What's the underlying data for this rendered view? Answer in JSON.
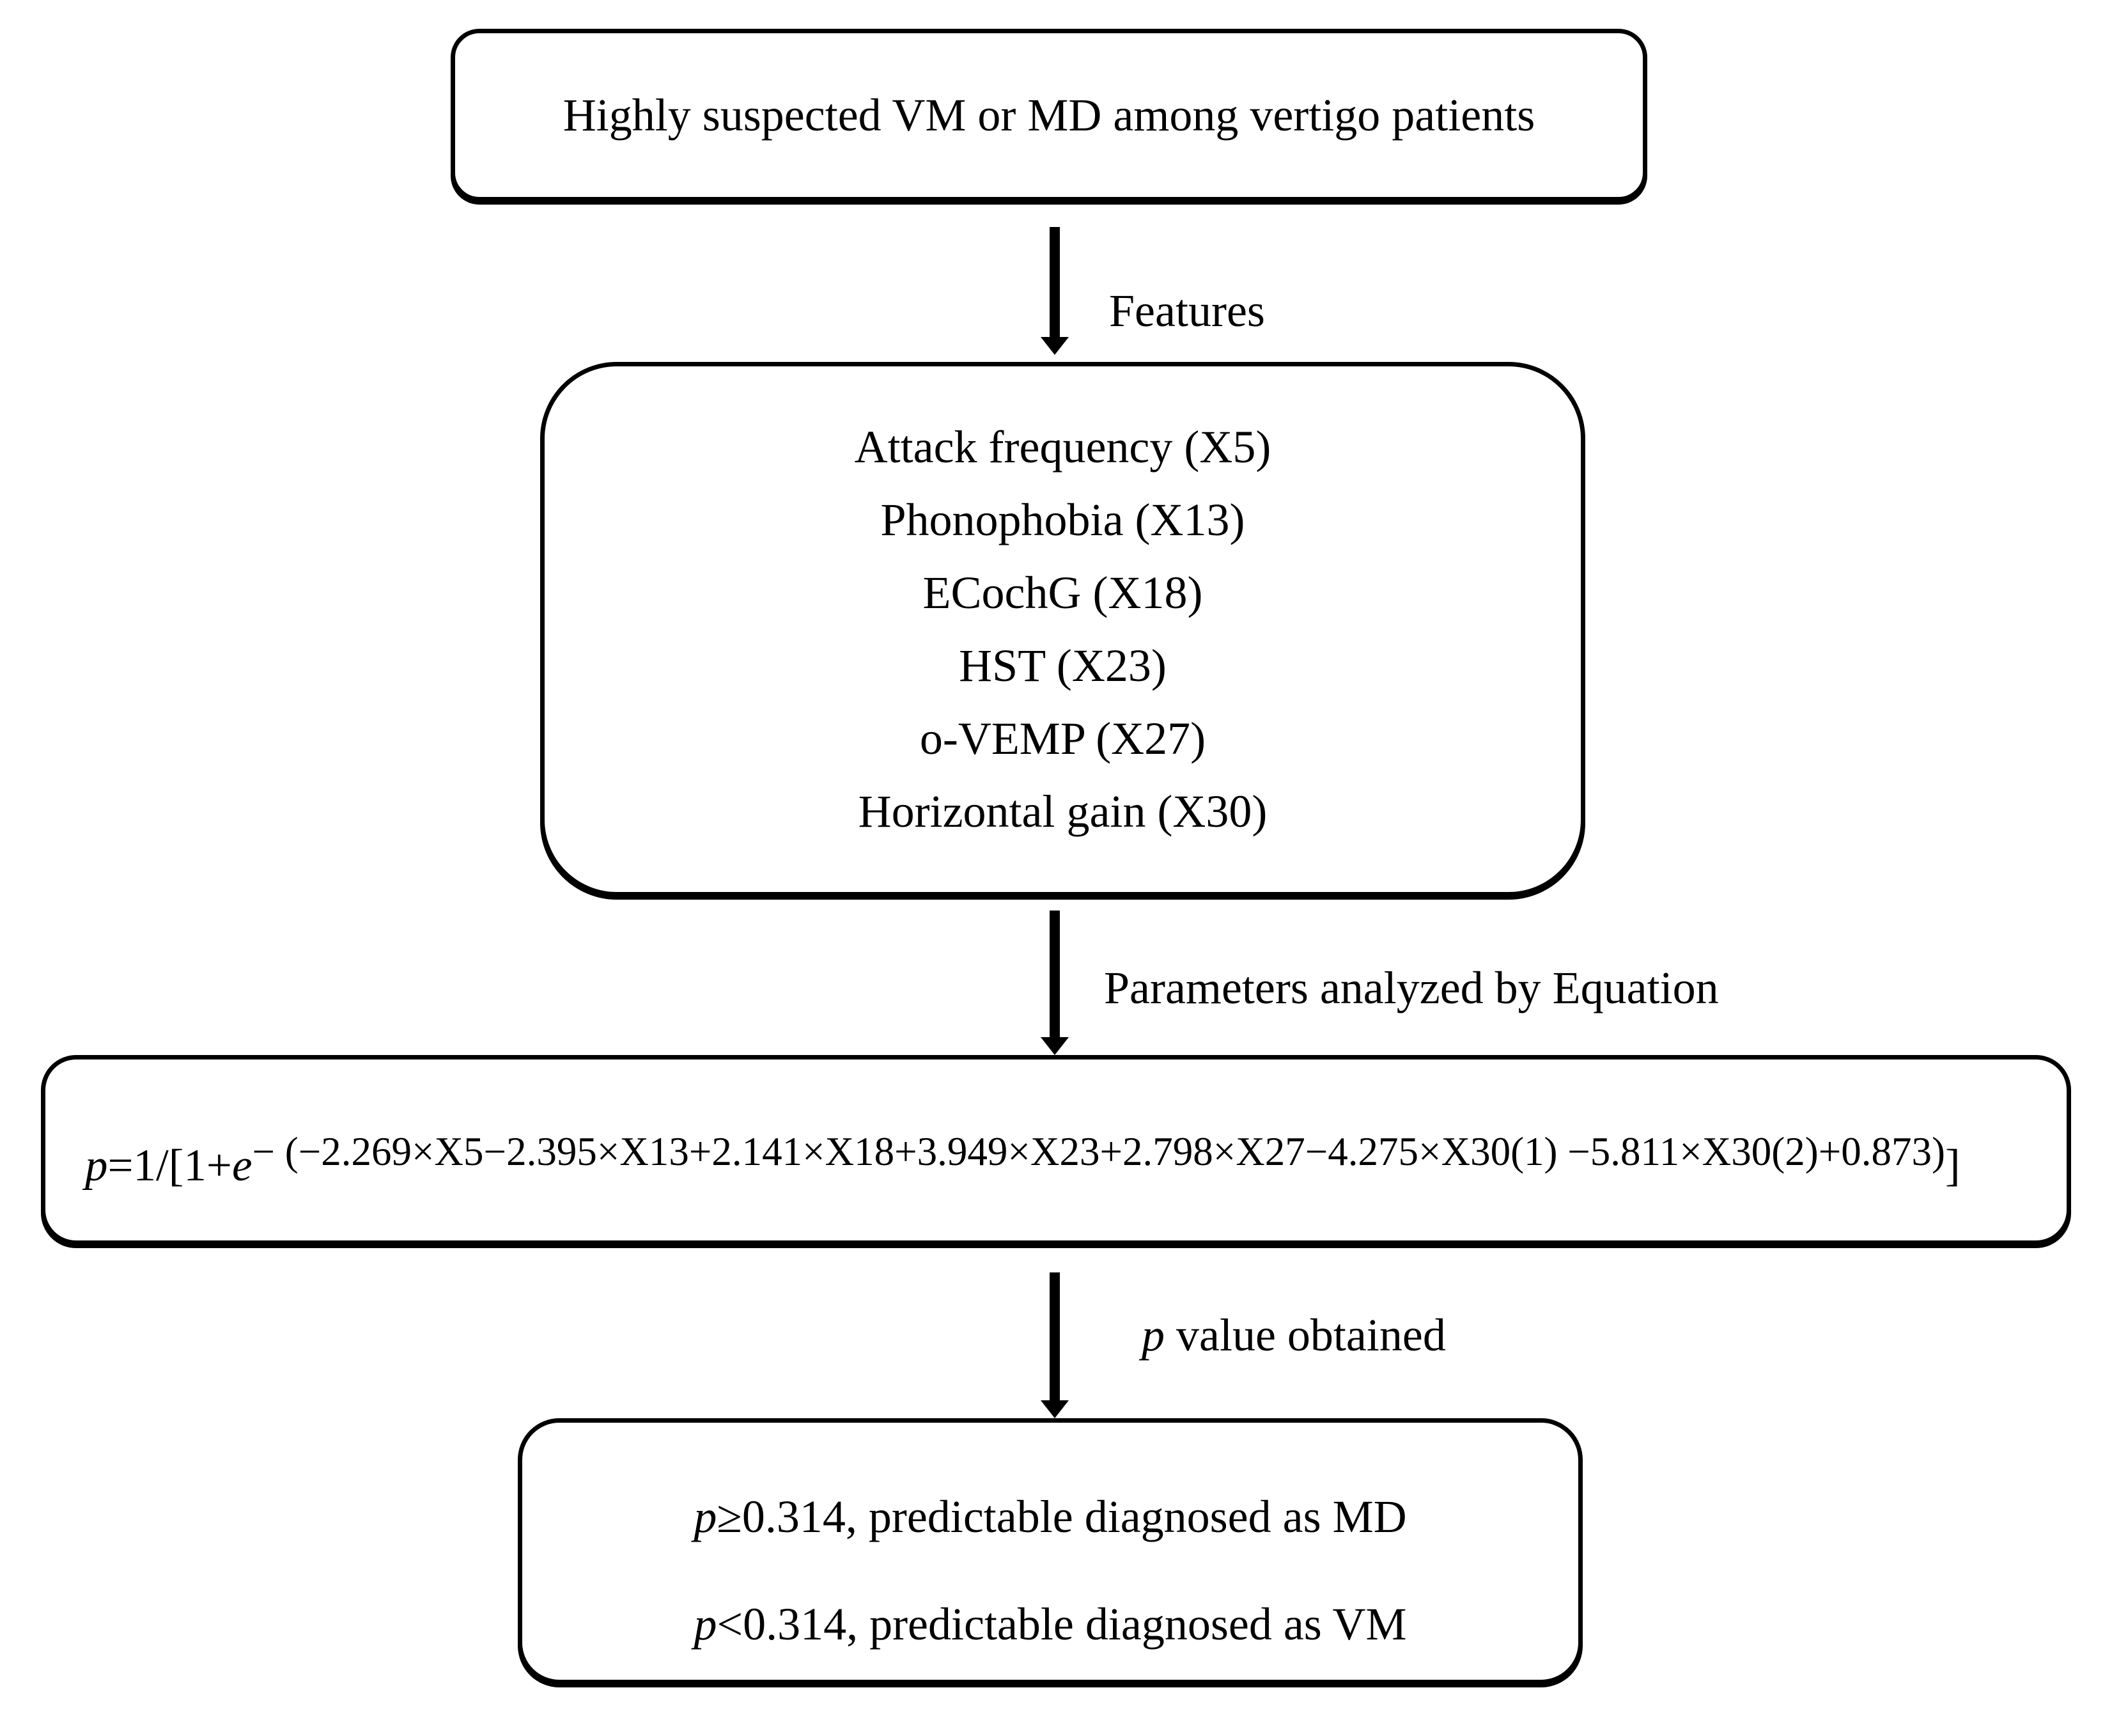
{
  "colors": {
    "ink": "#000000",
    "background": "#ffffff"
  },
  "flowchart": {
    "box1": {
      "text": "Highly suspected VM or MD among vertigo patients"
    },
    "arrow1": {
      "label": "Features"
    },
    "box2": {
      "items": [
        "Attack frequency (X5)",
        "Phonophobia (X13)",
        "ECochG (X18)",
        "HST (X23)",
        "o-VEMP (X27)",
        "Horizontal gain (X30)"
      ]
    },
    "arrow2": {
      "label": "Parameters analyzed by Equation"
    },
    "equation_box": {
      "var": "p",
      "prefix": "=1/[1+",
      "base": "e",
      "exponent": "− (−2.269×X5−2.395×X13+2.141×X18+3.949×X23+2.798×X27−4.275×X30(1) −5.811×X30(2)+0.873)",
      "suffix": "]"
    },
    "arrow3": {
      "label_var": "p",
      "label_rest": " value obtained"
    },
    "box4": {
      "line1": {
        "var": "p",
        "rest": "≥0.314, predictable diagnosed as MD"
      },
      "line2": {
        "var": "p",
        "rest": "<0.314, predictable diagnosed as VM"
      }
    }
  }
}
